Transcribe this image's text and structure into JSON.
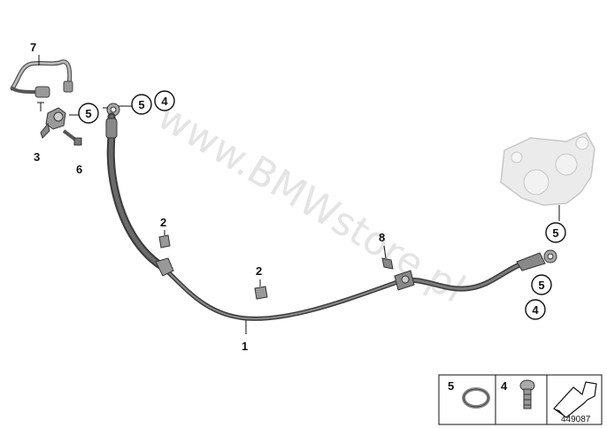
{
  "watermark": "www.BMWstore.pl",
  "diagram_number": "449087",
  "callouts": {
    "c7": "7",
    "c3": "3",
    "c6": "6",
    "c5a": "5",
    "c5b": "5",
    "c4a": "4",
    "c2a": "2",
    "c2b": "2",
    "c1": "1",
    "c8": "8",
    "c5c": "5",
    "c5d": "5",
    "c4b": "4"
  },
  "legend": {
    "washer_label": "5",
    "bolt_label": "4"
  }
}
